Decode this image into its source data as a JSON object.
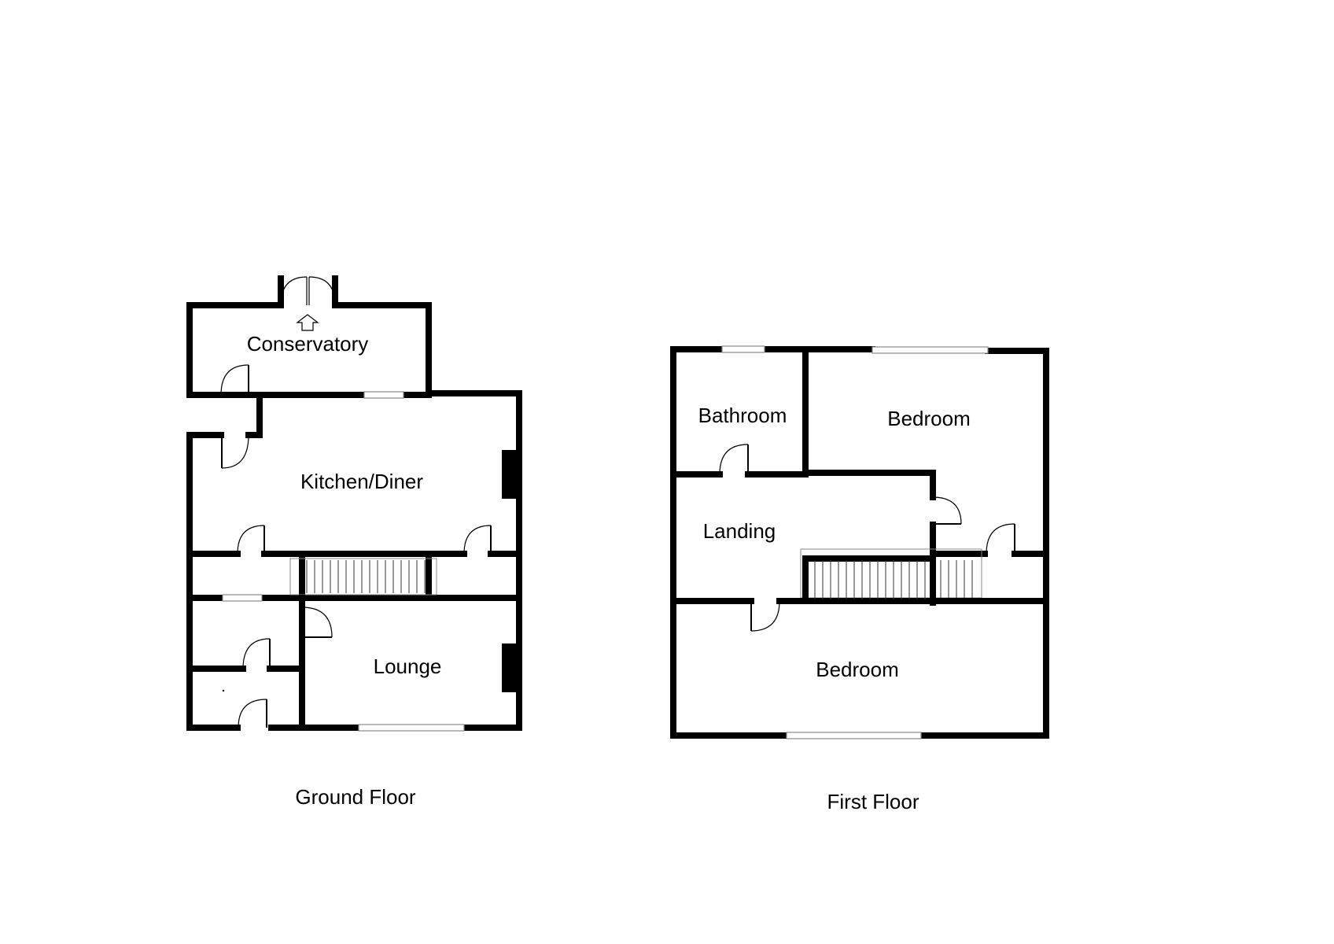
{
  "plans": {
    "ground": {
      "title": "Ground Floor",
      "rooms": {
        "conservatory": "Conservatory",
        "kitchen": "Kitchen/Diner",
        "lounge": "Lounge"
      }
    },
    "first": {
      "title": "First Floor",
      "rooms": {
        "bathroom": "Bathroom",
        "bedroom_rear": "Bedroom",
        "landing": "Landing",
        "bedroom_front": "Bedroom"
      }
    }
  },
  "colors": {
    "wall": "#000000",
    "background": "#ffffff",
    "window": "#888888"
  }
}
